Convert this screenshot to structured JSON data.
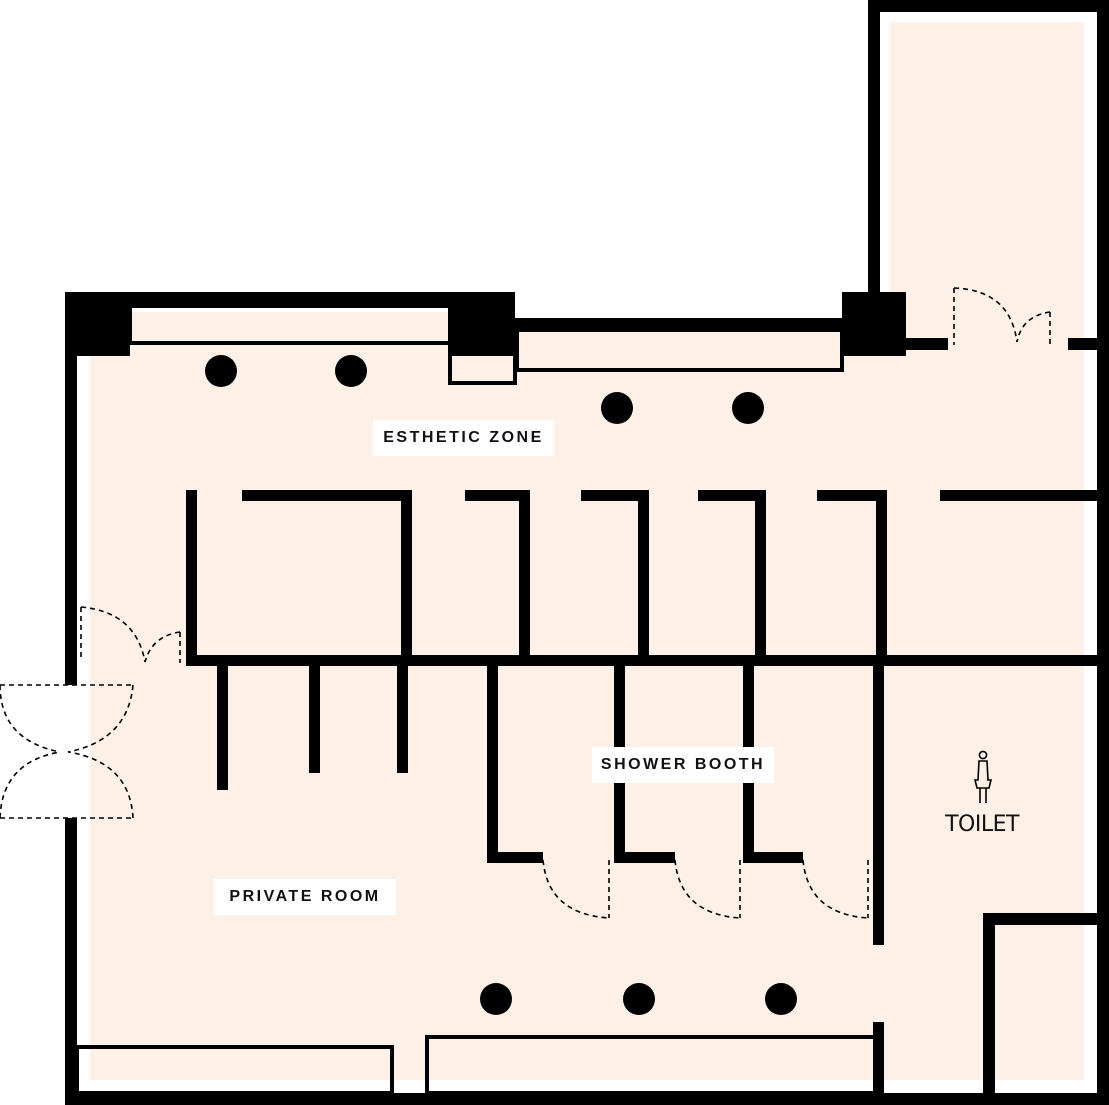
{
  "plan": {
    "colors": {
      "floor": "#fdf0e6",
      "wall": "#000000",
      "background": "#ffffff",
      "label_background": "#ffffff",
      "text": "#111111"
    },
    "zones": {
      "esthetic_zone": "ESTHETIC ZONE",
      "shower_booth": "SHOWER BOOTH",
      "private_room": "PRIVATE ROOM",
      "toilet": "TOILET"
    },
    "icons": {
      "toilet_sign": "female-person-icon",
      "column": "round-column-icon",
      "door_swing": "door-swing-arc-icon"
    }
  }
}
